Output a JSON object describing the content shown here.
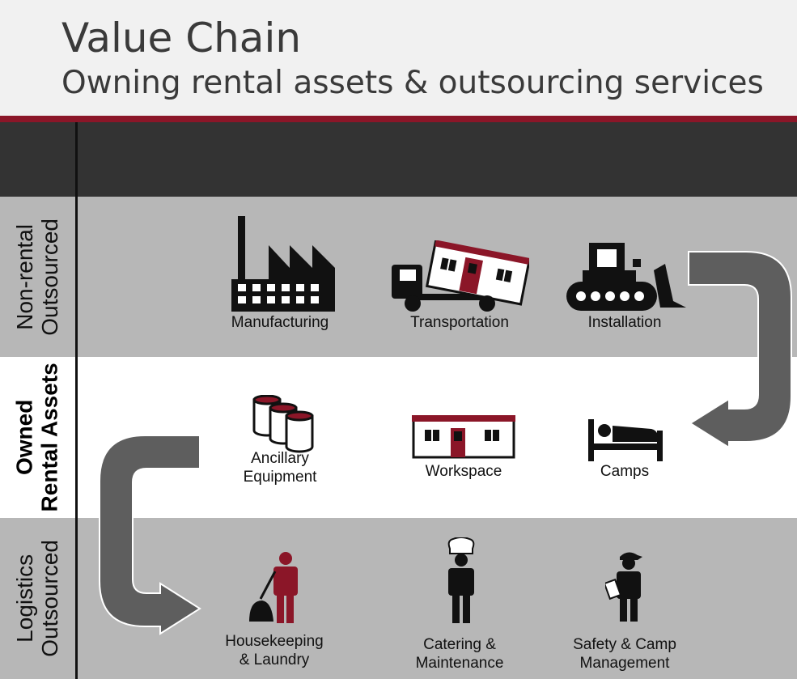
{
  "header": {
    "title": "Value Chain",
    "subtitle": "Owning rental assets & outsourcing services"
  },
  "rows": [
    {
      "line1": "Non-rental",
      "line2": "Outsourced",
      "emphasis": false
    },
    {
      "line1": "Owned",
      "line2": "Rental Assets",
      "emphasis": true
    },
    {
      "line1": "Logistics",
      "line2": "Outsourced",
      "emphasis": false
    }
  ],
  "stages": {
    "manufacturing": "Manufacturing",
    "transportation": "Transportation",
    "installation": "Installation",
    "ancillary_1": "Ancillary",
    "ancillary_2": "Equipment",
    "workspace": "Workspace",
    "camps": "Camps",
    "housekeeping_1": "Housekeeping",
    "housekeeping_2": "& Laundry",
    "catering_1": "Catering &",
    "catering_2": "Maintenance",
    "safety_1": "Safety & Camp",
    "safety_2": "Management"
  },
  "colors": {
    "accent": "#8b1628",
    "header_bg": "#f1f1f1",
    "dark_band": "#333333",
    "gray_band": "#b7b7b7",
    "arrow": "#5e5e5e"
  }
}
